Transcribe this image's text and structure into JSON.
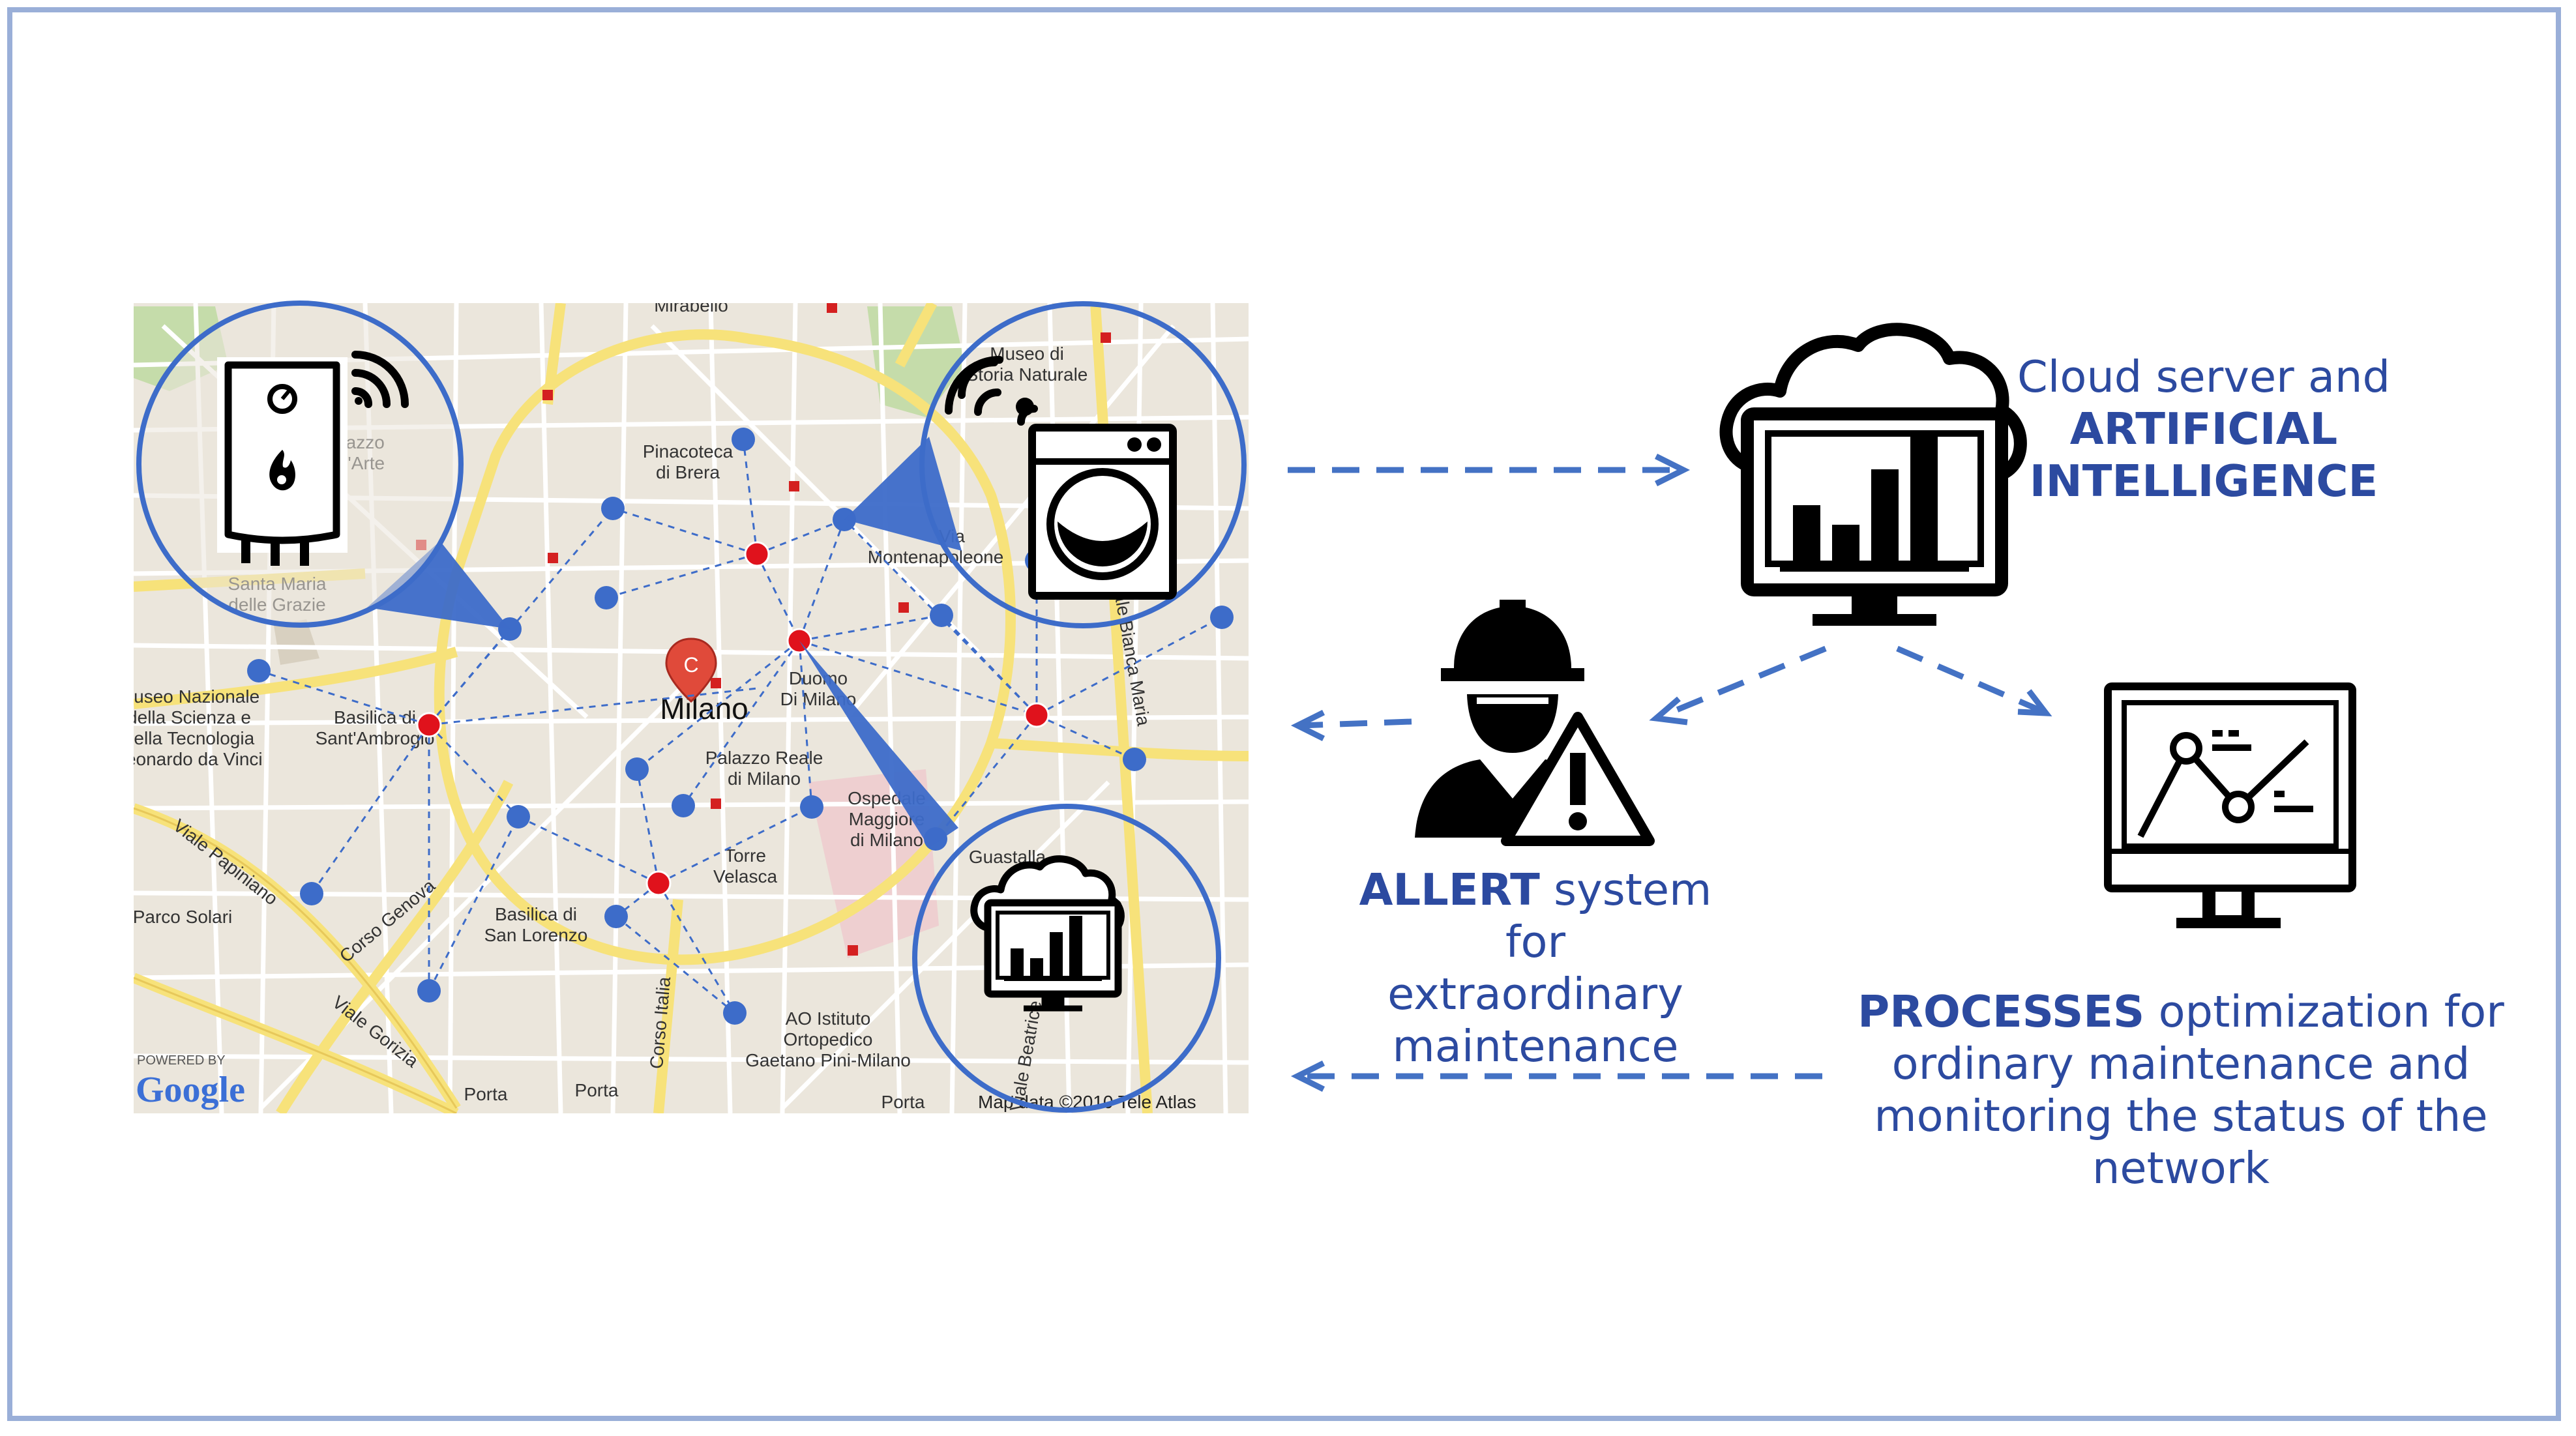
{
  "cloud_label": {
    "line1": "Cloud server and",
    "bold1": "ARTIFICIAL",
    "bold2": "INTELLIGENCE"
  },
  "alert_label": {
    "bold": "ALLERT",
    "rest": " system for",
    "line2": "extraordinary",
    "line3": "maintenance"
  },
  "process_label": {
    "bold": "PROCESSES",
    "rest": " optimization for",
    "line2": "ordinary maintenance and",
    "line3": "monitoring the status of the",
    "line4": "network"
  },
  "map": {
    "city": "Milano",
    "places": [
      "Mirabello",
      "Pinacoteca",
      "di Brera",
      "Santa Maria",
      "delle Grazie",
      "Museo Nazionale",
      "della Scienza e",
      "della Tecnologia",
      "Leonardo da Vinci",
      "Basilica di",
      "Sant'Ambrogio",
      "Duomo",
      "Di Milano",
      "Palazzo Reale",
      "di Milano",
      "Ospedale",
      "Maggiore",
      "di Milano",
      "Torre",
      "Velasca",
      "Basilica di",
      "San Lorenzo",
      "AO Istituto",
      "Ortopedico",
      "Gaetano Pini-Milano",
      "Guastalla",
      "Porta",
      "Porta",
      "Porta",
      "Parco Solari",
      "Viale Papiniano",
      "Corso Genova",
      "Viale Gorizia",
      "Corso Italia",
      "Via",
      "Montenapoleone",
      "Museo di",
      "Storia Naturale",
      "Palazzo",
      "dell'Arte",
      "Viale Bianca Maria",
      "Viale Beatrice d'Este"
    ],
    "powered_by": "POWERED BY",
    "google": "Google",
    "attribution": "Map data ©2010 Tele Atlas"
  },
  "colors": {
    "accent": "#4472c4",
    "text": "#2c4aa0",
    "frame": "#9aafd8",
    "node_blue": "#3d6cc9",
    "node_red": "#e0121c"
  },
  "icons": [
    "water-heater-icon",
    "wifi-icon",
    "washing-machine-icon",
    "cloud-chart-monitor-icon",
    "engineer-icon",
    "warning-icon",
    "line-chart-monitor-icon",
    "map-pin-icon"
  ]
}
